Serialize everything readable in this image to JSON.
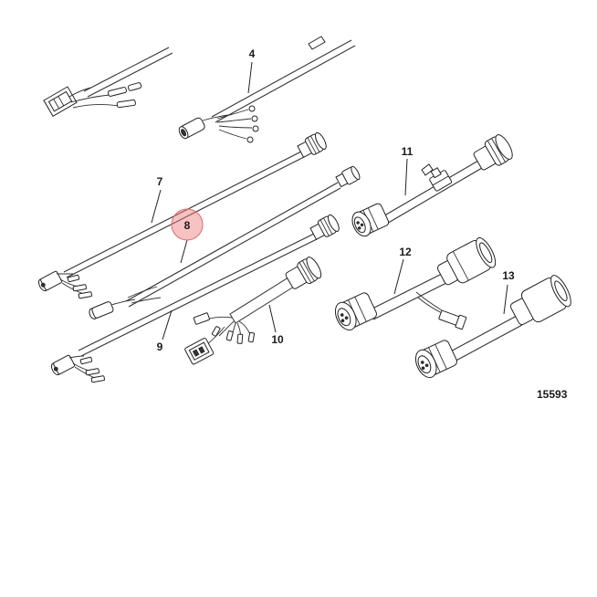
{
  "diagram": {
    "figure_number": "15593",
    "highlight_color": "#f2a7a7",
    "callouts": {
      "c4": "4",
      "c7": "7",
      "c8": "8",
      "c9": "9",
      "c10": "10",
      "c11": "11",
      "c12": "12",
      "c13": "13"
    },
    "selected_callout": "8"
  }
}
